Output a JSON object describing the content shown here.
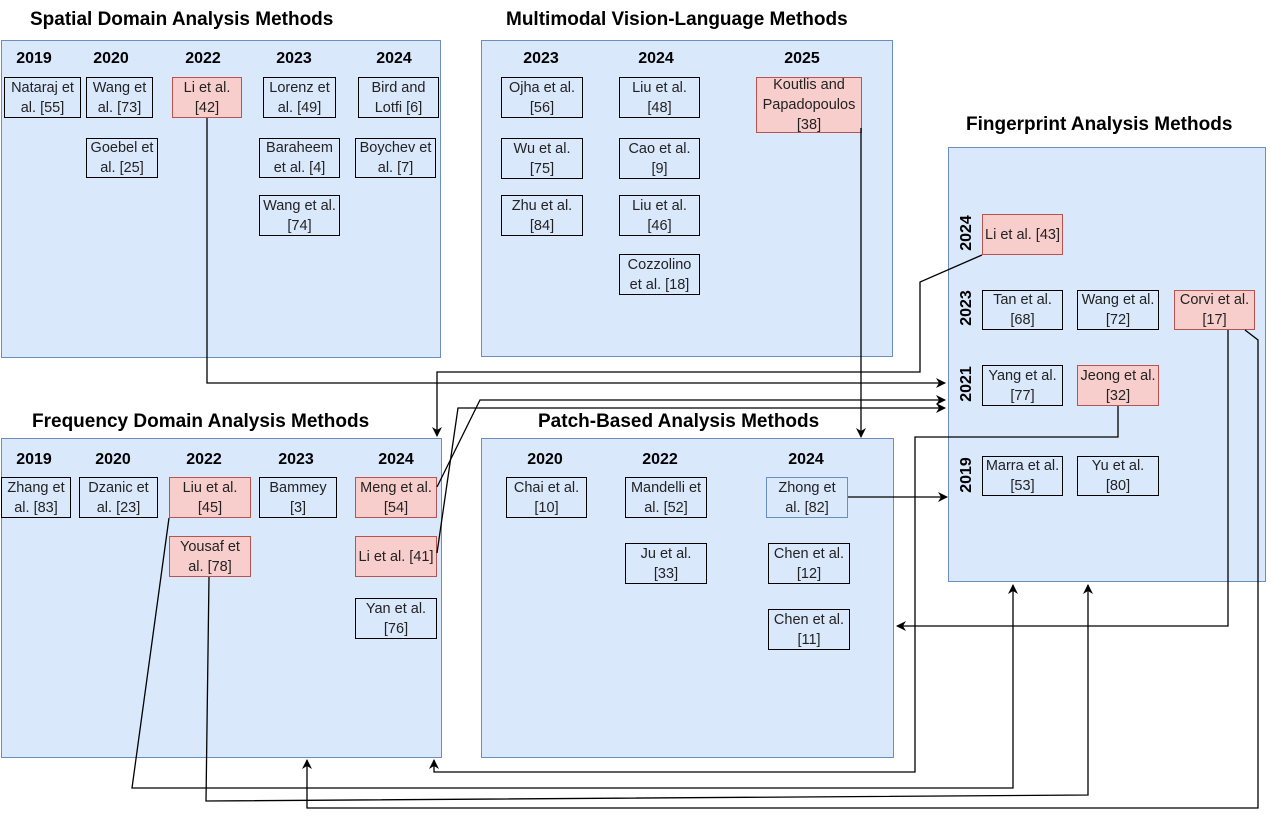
{
  "panels": {
    "spatial": {
      "title": "Spatial Domain Analysis Methods",
      "years": [
        "2019",
        "2020",
        "2022",
        "2023",
        "2024"
      ],
      "boxes": [
        "Nataraj et al. [55]",
        "Wang et al. [73]",
        "Li et al. [42]",
        "Lorenz et al. [49]",
        "Bird and Lotfi [6]",
        "Goebel et al. [25]",
        "Baraheem et al. [4]",
        "Boychev et al. [7]",
        "Wang et al. [74]"
      ]
    },
    "multimodal": {
      "title": "Multimodal Vision-Language Methods",
      "years": [
        "2023",
        "2024",
        "2025"
      ],
      "boxes": [
        "Ojha et al. [56]",
        "Wu et al. [75]",
        "Zhu et al. [84]",
        "Liu et al. [48]",
        "Cao et al. [9]",
        "Liu et al. [46]",
        "Cozzolino et al. [18]",
        "Koutlis and Papadopoulos [38]"
      ]
    },
    "fingerprint": {
      "title": "Fingerprint Analysis Methods",
      "years": [
        "2024",
        "2023",
        "2021",
        "2019"
      ],
      "boxes": [
        "Li et al. [43]",
        "Tan et al. [68]",
        "Wang et al. [72]",
        "Corvi et al. [17]",
        "Yang et al. [77]",
        "Jeong et al. [32]",
        "Marra et al. [53]",
        "Yu et al. [80]"
      ]
    },
    "frequency": {
      "title": "Frequency Domain Analysis Methods",
      "years": [
        "2019",
        "2020",
        "2022",
        "2023",
        "2024"
      ],
      "boxes": [
        "Zhang et al. [83]",
        "Dzanic et al. [23]",
        "Liu et al. [45]",
        "Bammey [3]",
        "Meng et al. [54]",
        "Yousaf et al. [78]",
        "Li et al. [41]",
        "Yan et al. [76]"
      ]
    },
    "patch": {
      "title": "Patch-Based Analysis Methods",
      "years": [
        "2020",
        "2022",
        "2024"
      ],
      "boxes": [
        "Chai et al. [10]",
        "Mandelli et al. [52]",
        "Ju et al. [33]",
        "Zhong et al. [82]",
        "Chen et al. [12]",
        "Chen et al. [11]"
      ]
    }
  },
  "colors": {
    "panel_fill": "#dae8fc",
    "panel_border": "#6c8ebf",
    "highlight_fill": "#f8cecc",
    "highlight_border": "#b85450",
    "arrow": "#000000"
  }
}
